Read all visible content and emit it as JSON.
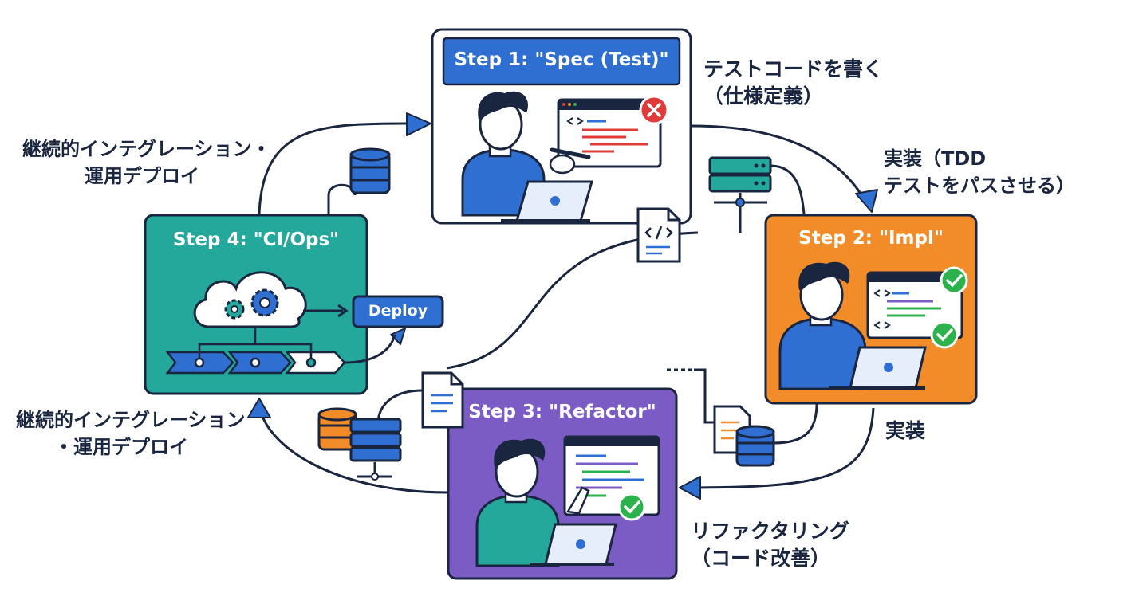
{
  "steps": {
    "step1": {
      "title": "Step 1: \"Spec (Test)\"",
      "color": "#2f6fd1"
    },
    "step2": {
      "title": "Step 2: \"Impl\"",
      "color": "#f28c28"
    },
    "step3": {
      "title": "Step 3: \"Refactor\"",
      "color": "#7b5cc4"
    },
    "step4": {
      "title": "Step 4: \"CI/Ops\"",
      "color": "#23a89b"
    }
  },
  "deploy_label": "Deploy",
  "notes": {
    "step1": [
      "テストコードを書く",
      "（仕様定義）"
    ],
    "step2": [
      "実装（TDD",
      "テストをパスさせる）"
    ],
    "impl": [
      "実装"
    ],
    "refactor": [
      "リファクタリング",
      "（コード改善）"
    ],
    "ops_top": [
      "継続的インテグレーション・",
      "運用デプロイ"
    ],
    "ops_bottom": [
      "継続的インテグレーション",
      "・運用デプロイ"
    ]
  },
  "icons": {
    "step1": [
      "developer-icon",
      "browser-window-icon",
      "error-x-icon",
      "laptop-icon",
      "pen-icon"
    ],
    "step2": [
      "developer-icon",
      "browser-window-icon",
      "check-icon",
      "laptop-icon"
    ],
    "step3": [
      "developer-icon",
      "browser-window-icon",
      "check-icon",
      "laptop-icon"
    ],
    "step4": [
      "cloud-gears-icon",
      "pipeline-arrows-icon"
    ],
    "flow": [
      "database-icon",
      "server-rack-icon",
      "code-file-icon",
      "document-icon"
    ]
  },
  "colors": {
    "navy": "#1a2540",
    "blue": "#2f6fd1",
    "orange": "#f28c28",
    "purple": "#7b5cc4",
    "teal": "#23a89b",
    "red": "#e03a3a",
    "green": "#2bb24c"
  }
}
